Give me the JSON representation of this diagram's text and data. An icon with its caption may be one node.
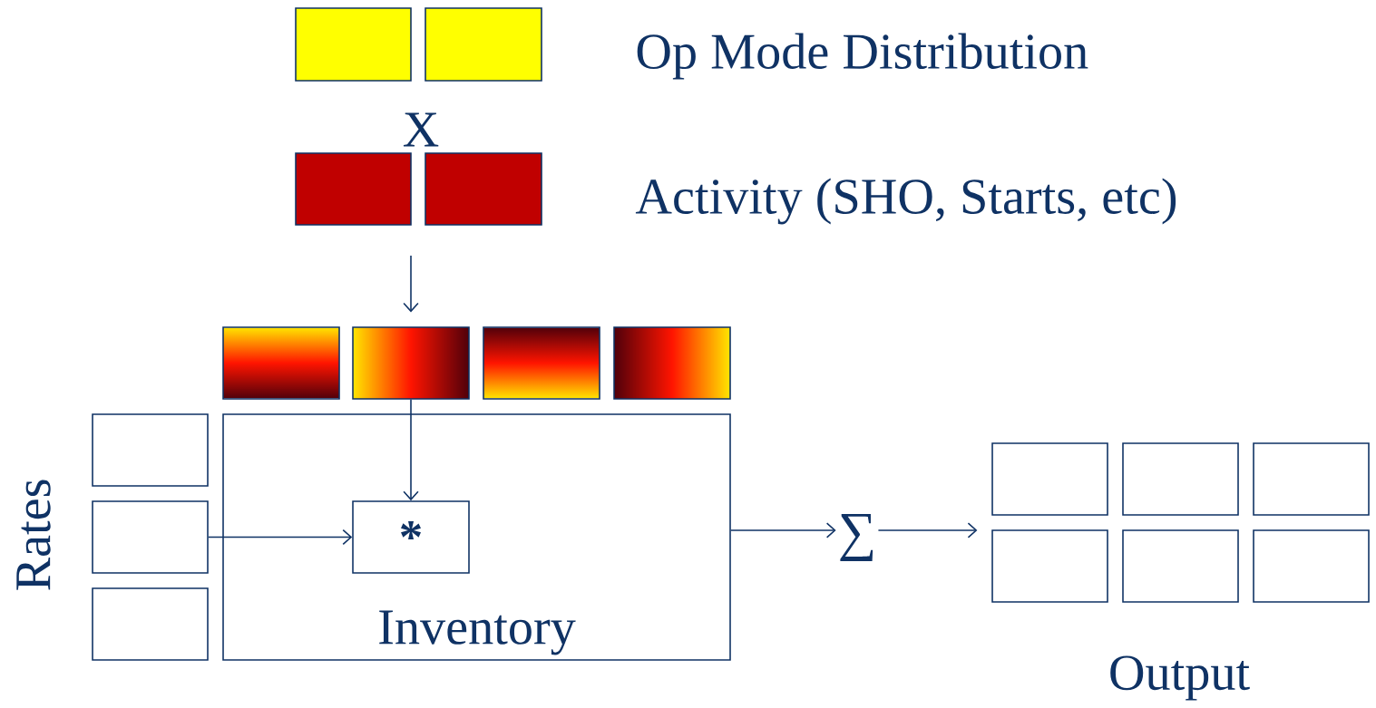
{
  "diagram": {
    "nodes": [
      {
        "text": [],
        "shape": "box"
      },
      {
        "text": [],
        "shape": "box"
      },
      {
        "text": [],
        "shape": "box"
      },
      {
        "text": [],
        "shape": "box"
      },
      {
        "text": [],
        "shape": "box"
      },
      {
        "text": [],
        "shape": "box"
      },
      {
        "text": [],
        "shape": "box"
      },
      {
        "text": [],
        "shape": "box"
      },
      {
        "text": [],
        "shape": "box"
      },
      {
        "text": [],
        "shape": "box"
      },
      {
        "text": [],
        "shape": "box"
      },
      {
        "text": [
          "Inventory"
        ]
      },
      {
        "text": [
          "*"
        ],
        "in": 11
      },
      {
        "text": [
          "∑"
        ]
      },
      {
        "text": [],
        "shape": "box"
      },
      {
        "text": [],
        "shape": "box"
      },
      {
        "text": [],
        "shape": "box"
      },
      {
        "text": [],
        "shape": "box"
      },
      {
        "text": [],
        "shape": "box"
      },
      {
        "text": [],
        "shape": "box"
      }
    ],
    "edges": [
      {
        "from": null,
        "to": 5,
        "arrow": "to"
      },
      {
        "from": 5,
        "to": 12,
        "arrow": "to"
      },
      {
        "from": 9,
        "to": 12,
        "arrow": "to"
      },
      {
        "from": 11,
        "to": 13,
        "arrow": "to"
      },
      {
        "from": 13,
        "to": 17,
        "arrow": "to"
      }
    ],
    "labels": [
      "Op Mode Distribution",
      "X",
      "Activity (SHO, Starts, etc)",
      "Rates",
      "Output"
    ]
  }
}
